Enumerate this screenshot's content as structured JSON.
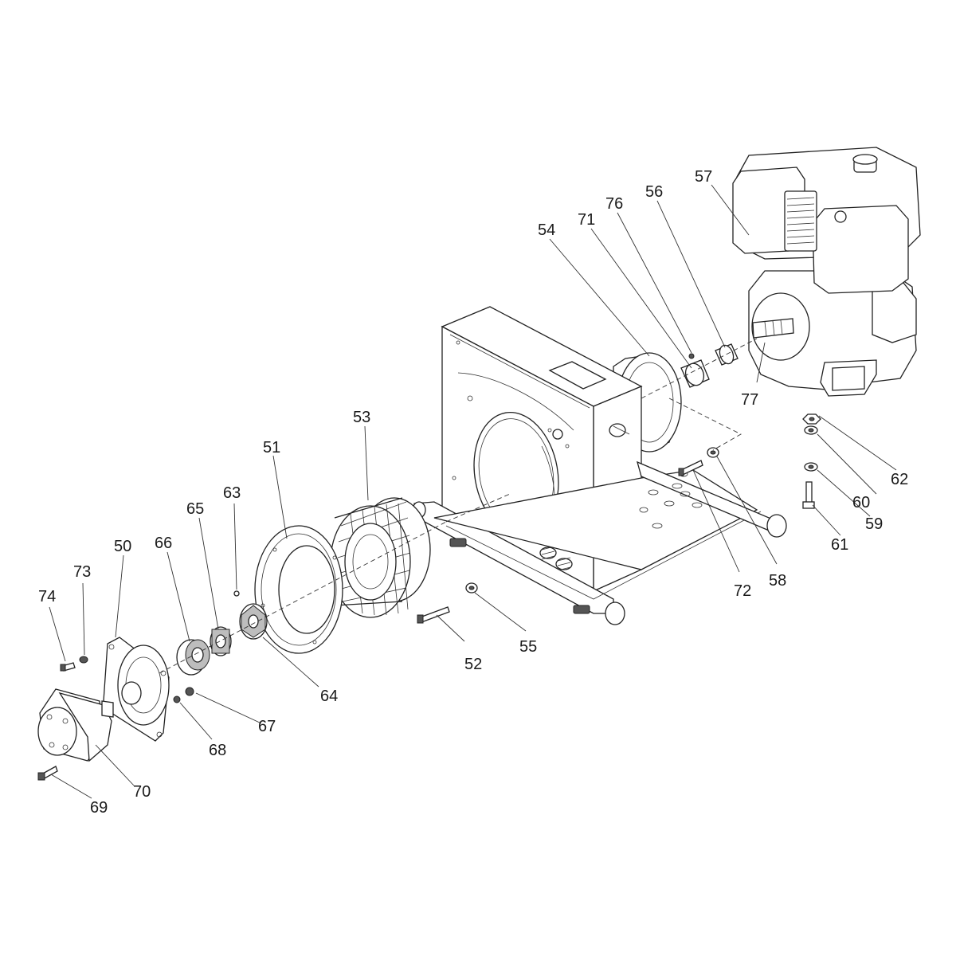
{
  "callouts": [
    {
      "id": "c50",
      "text": "50"
    },
    {
      "id": "c51",
      "text": "51"
    },
    {
      "id": "c52",
      "text": "52"
    },
    {
      "id": "c53",
      "text": "53"
    },
    {
      "id": "c54",
      "text": "54"
    },
    {
      "id": "c55",
      "text": "55"
    },
    {
      "id": "c56",
      "text": "56"
    },
    {
      "id": "c57",
      "text": "57"
    },
    {
      "id": "c58",
      "text": "58"
    },
    {
      "id": "c59",
      "text": "59"
    },
    {
      "id": "c60",
      "text": "60"
    },
    {
      "id": "c61",
      "text": "61"
    },
    {
      "id": "c62",
      "text": "62"
    },
    {
      "id": "c63",
      "text": "63"
    },
    {
      "id": "c64",
      "text": "64"
    },
    {
      "id": "c65",
      "text": "65"
    },
    {
      "id": "c66",
      "text": "66"
    },
    {
      "id": "c67",
      "text": "67"
    },
    {
      "id": "c68",
      "text": "68"
    },
    {
      "id": "c69",
      "text": "69"
    },
    {
      "id": "c70",
      "text": "70"
    },
    {
      "id": "c71",
      "text": "71"
    },
    {
      "id": "c72",
      "text": "72"
    },
    {
      "id": "c73",
      "text": "73"
    },
    {
      "id": "c74",
      "text": "74"
    },
    {
      "id": "c76",
      "text": "76"
    },
    {
      "id": "c77",
      "text": "77"
    }
  ],
  "colors": {
    "background": "#ffffff",
    "line": "#222222",
    "shading": "#bdbdbd"
  }
}
